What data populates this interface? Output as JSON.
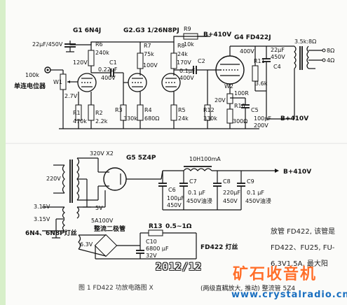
{
  "tubes": {
    "g1": "G1 6N4J",
    "g23": "G2.G3 1/26N8PJ",
    "g4": "G4 FD422J",
    "g5": "G5 5Z4P"
  },
  "components": {
    "c_in": "22μF/450V",
    "r6": "R6",
    "r6v": "240k",
    "v120": "120V",
    "c1": "C1",
    "c1v": "0.22μF",
    "c1vv": "400V",
    "r7": "R7",
    "r7v": "75k",
    "v100": "100V",
    "r8": "R8",
    "r8v": "24k",
    "v170": "170V",
    "r9": "R9",
    "r9v": "10k",
    "bplus1": "B+410V",
    "c2": "C2",
    "c2v": "0.1μF",
    "c2vv": "400V",
    "v400": "400V",
    "c4": "C4",
    "c4v": "22μF",
    "c4vv": "450V",
    "r11": "R11",
    "r11v": "3.6k",
    "ot": "3.5k:8Ω",
    "o8": "8Ω",
    "o4": "4Ω",
    "pot": "100k",
    "pot_cn": "单连电位器",
    "w1": "W1",
    "v27": "2.7V",
    "r1": "R1",
    "r1v": "470k",
    "r2": "R2",
    "r2v": "2.2k",
    "r3": "R3",
    "r3v": "330k",
    "r4": "R4",
    "r4v": "680Ω",
    "r5": "R5",
    "r5v": "24k",
    "r12": "R12",
    "r12v": "330k",
    "v20": "20V",
    "r13": "100R",
    "w2": "W2",
    "r10": "R10",
    "r10v": "300Ω",
    "c5": "C5",
    "c5v": "100μF",
    "c5vv": "200V",
    "bplus2": "B+410V"
  },
  "psu": {
    "hv": "320V X2",
    "mains": "220V",
    "h1": "3.15V",
    "h2": "3.15V",
    "heater_cn": "6N4、6N8P灯丝",
    "v5": "5V",
    "choke": "10H100mA",
    "bplus": "B+410V",
    "c6": "C6",
    "c6v": "100μF",
    "c6vv": "450V",
    "c7": "C7",
    "c7v": "0.1 μF",
    "c7vv": "450V油浸",
    "c8": "C8",
    "c8v": "220μF",
    "c8vv": "450V",
    "c9": "C9",
    "c9v": "0.1 μF",
    "c9vv": "450V油浸",
    "v5a": "5A100V",
    "bridge_cn": "整流二极管",
    "r13": "R13",
    "r13v": "0.5~1Ω",
    "c10": "C10",
    "c10v": "6800 μF",
    "c10vv": "32V",
    "v63": "6.3V",
    "fd_heater": "FD422 灯丝"
  },
  "caption": "图 1  FD422 功放电路图 X",
  "date": "2012/12",
  "side_text": {
    "line1": "放管 FD422, 该管是",
    "line2": "FD422、FU25, FU-",
    "line3": "6.3V1.5A, 最大阳",
    "line4": "(两级直耦放大, 推动) 整流管 5Z4"
  },
  "watermark": {
    "cn": "矿石收音机",
    "url": "www.crystalradio.cn"
  }
}
